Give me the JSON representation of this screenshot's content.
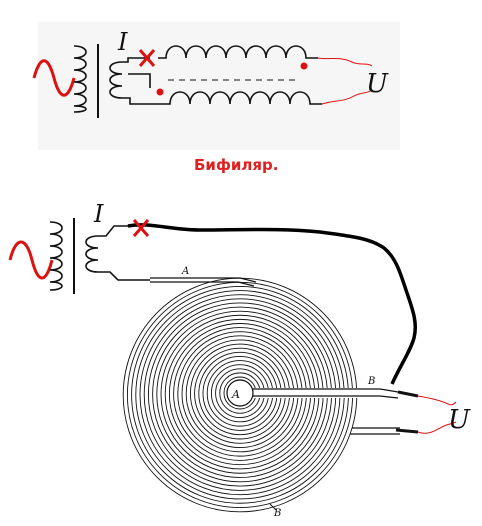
{
  "labels": {
    "current": "I",
    "voltage": "U",
    "caption": "Бифиляр.",
    "coil_end_a": "A",
    "coil_end_b": "B",
    "center": "A"
  },
  "colors": {
    "ink": "#111111",
    "accent": "#dd1111",
    "caption": "#e02020",
    "panel": "#f6f6f6"
  },
  "icons": {
    "ac_source": "sine-wave-icon",
    "break_mark": "cross-mark-icon"
  }
}
